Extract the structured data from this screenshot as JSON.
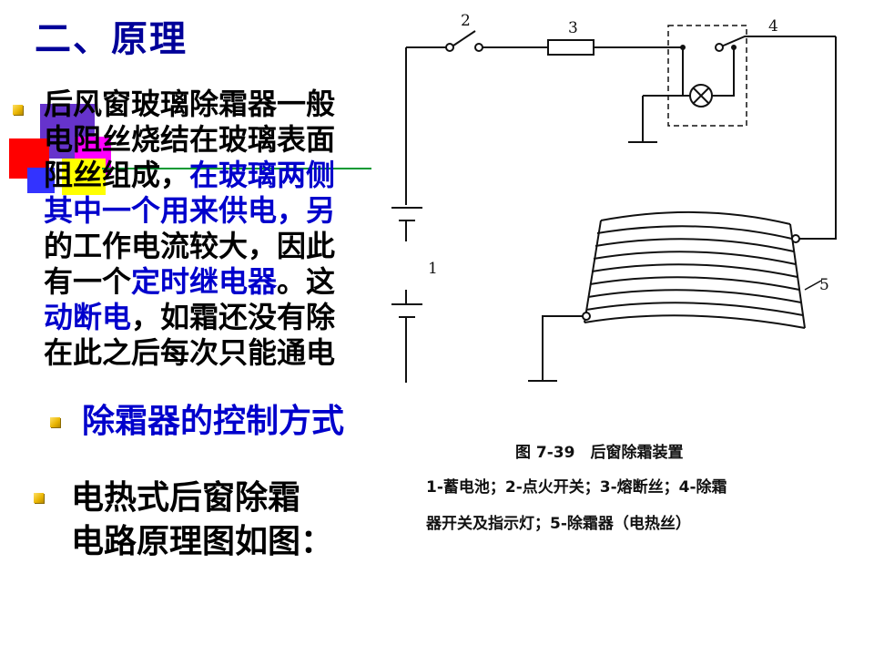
{
  "slide": {
    "title": "二、原理",
    "paragraph_lines": [
      {
        "segments": [
          {
            "text": "后风窗玻璃除霜器一般",
            "hl": false
          }
        ]
      },
      {
        "segments": [
          {
            "text": "电阻丝烧结在玻璃表面",
            "hl": false
          }
        ]
      },
      {
        "segments": [
          {
            "text": "阻丝组成，",
            "hl": false
          },
          {
            "text": "在玻璃两侧",
            "hl": true
          }
        ]
      },
      {
        "segments": [
          {
            "text": "其中一个用来供电，另",
            "hl": true
          }
        ]
      },
      {
        "segments": [
          {
            "text": "的工作电流较大，因此",
            "hl": false
          }
        ]
      },
      {
        "segments": [
          {
            "text": "有一个",
            "hl": false
          },
          {
            "text": "定时继电器",
            "hl": true
          },
          {
            "text": "。这",
            "hl": false
          }
        ]
      },
      {
        "segments": [
          {
            "text": "动断电",
            "hl": true
          },
          {
            "text": "，如霜还没有除",
            "hl": false
          }
        ]
      },
      {
        "segments": [
          {
            "text": "在此之后每次只能通电",
            "hl": false
          }
        ]
      }
    ],
    "subheading": "除霜器的控制方式",
    "circuit_intro_lines": [
      "电热式后窗除霜",
      "电路原理图如图："
    ]
  },
  "figure": {
    "labels": {
      "battery": "1",
      "ignition_switch": "2",
      "fuse": "3",
      "defrost_switch": "4",
      "defroster": "5"
    },
    "caption_title": "图 7-39　后窗除霜装置",
    "caption_lines": [
      "1-蓄电池；2-点火开关；3-熔断丝；4-除霜",
      "器开关及指示灯；5-除霜器（电热丝）"
    ]
  },
  "colors": {
    "title": "#000099",
    "highlight": "#0000cc",
    "bullet": "#e8b400",
    "deco_purple": "#6633cc",
    "deco_red": "#ff0000",
    "deco_magenta": "#ff00ff",
    "deco_yellow": "#ffff00",
    "deco_blue": "#3333ff",
    "deco_line": "#009933"
  }
}
